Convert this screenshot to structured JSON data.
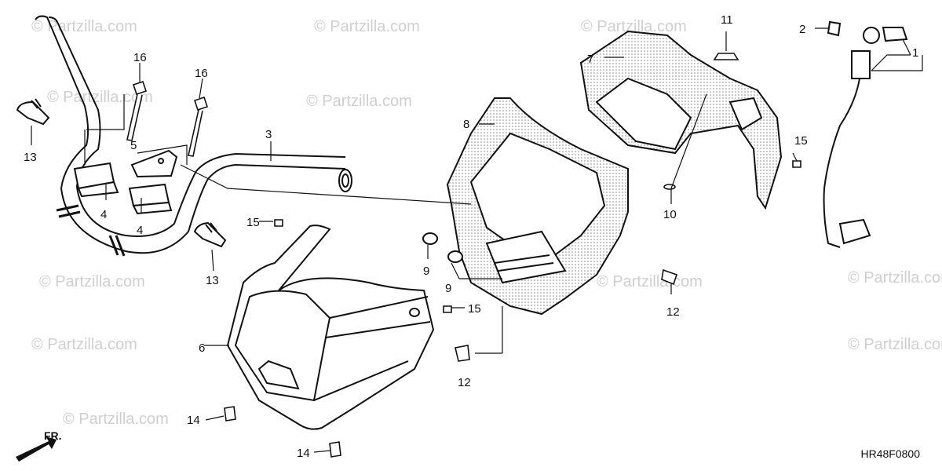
{
  "watermark": "© Partzilla.com",
  "diagram_code": "HR48F0800",
  "front_indicator": "FR.",
  "callouts": [
    {
      "id": "c1",
      "label": "1"
    },
    {
      "id": "c2",
      "label": "2"
    },
    {
      "id": "c3",
      "label": "3"
    },
    {
      "id": "c4a",
      "label": "4"
    },
    {
      "id": "c4b",
      "label": "4"
    },
    {
      "id": "c5",
      "label": "5"
    },
    {
      "id": "c6",
      "label": "6"
    },
    {
      "id": "c7",
      "label": "7"
    },
    {
      "id": "c8",
      "label": "8"
    },
    {
      "id": "c9a",
      "label": "9"
    },
    {
      "id": "c9b",
      "label": "9"
    },
    {
      "id": "c10",
      "label": "10"
    },
    {
      "id": "c11",
      "label": "11"
    },
    {
      "id": "c12a",
      "label": "12"
    },
    {
      "id": "c12b",
      "label": "12"
    },
    {
      "id": "c13a",
      "label": "13"
    },
    {
      "id": "c13b",
      "label": "13"
    },
    {
      "id": "c14a",
      "label": "14"
    },
    {
      "id": "c14b",
      "label": "14"
    },
    {
      "id": "c15a",
      "label": "15"
    },
    {
      "id": "c15b",
      "label": "15"
    },
    {
      "id": "c15c",
      "label": "15"
    },
    {
      "id": "c16a",
      "label": "16"
    },
    {
      "id": "c16b",
      "label": "16"
    }
  ]
}
